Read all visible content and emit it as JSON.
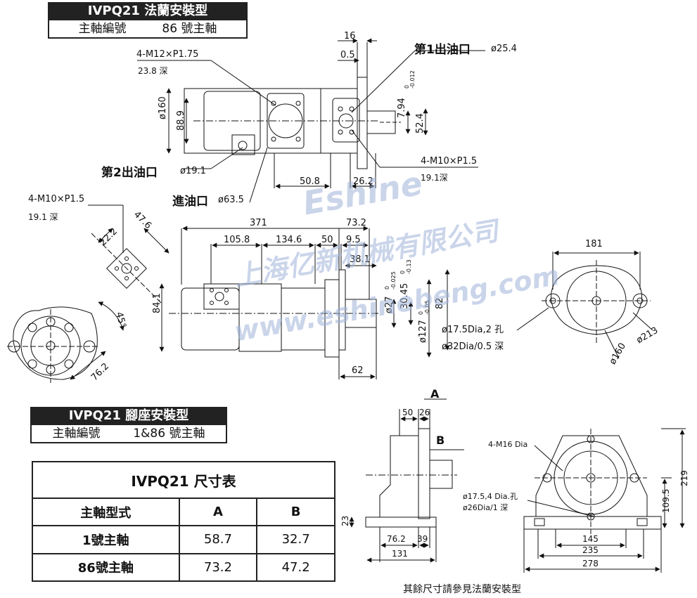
{
  "flange_header": {
    "title": "IVPQ21 法蘭安裝型",
    "spindle_label": "主軸編號",
    "spindle_value": "86 號主軸"
  },
  "foot_header": {
    "title": "IVPQ21 腳座安裝型",
    "spindle_label": "主軸編號",
    "spindle_value": "1&86 號主軸"
  },
  "dim_table": {
    "title": "IVPQ21 尺寸表",
    "col_headers": [
      "主軸型式",
      "A",
      "B"
    ],
    "rows": [
      {
        "type": "1號主軸",
        "a": "58.7",
        "b": "32.7"
      },
      {
        "type": "86號主軸",
        "a": "73.2",
        "b": "47.2"
      }
    ]
  },
  "labels": {
    "outlet1": "第1出油口",
    "outlet1_dia": "ø25.4",
    "outlet2": "第2出油口",
    "outlet2_dia": "ø19.1",
    "inlet": "進油口",
    "inlet_dia": "ø63.5",
    "thread_m12": "4-M12×P1.75",
    "depth_238": "23.8 深",
    "thread_m10_a": "4-M10×P1.5",
    "depth_191_a": "19.1 深",
    "thread_m10_b": "4-M10×P1.5",
    "depth_191_b": "19.1深",
    "hole1": "ø17.5Dia,2 孔",
    "hole2": "ø32Dia/0.5 深",
    "m16": "4-M16 Dia",
    "hole3": "ø17.5,4 Dia.孔",
    "hole4": "ø26Dia/1 深",
    "footnote": "其餘尺寸請參見法蘭安裝型",
    "view_a": "A",
    "view_b": "B"
  },
  "dims": {
    "d16": "16",
    "d05": "0.5",
    "d160": "ø160",
    "d889": "88.9",
    "d794": "7.94",
    "d794_tol_up": "0",
    "d794_tol_low": "-0.012",
    "d524": "52.4",
    "d508": "50.8",
    "d262": "26.2",
    "d371": "371",
    "d732": "73.2",
    "d1058": "105.8",
    "d1346": "134.6",
    "d50": "50",
    "d95": "9.5",
    "d381": "38.1",
    "d841": "84.1",
    "d27": "ø27",
    "d27_tol_up": "0",
    "d27_tol_low": "-0.025",
    "d3045": "30.45",
    "d3045_tol_up": "0",
    "d3045_tol_low": "-0.13",
    "d127": "ø127",
    "d127_tol_up": "0",
    "d127_tol_low": "-0.05",
    "d82": "82",
    "d62": "62",
    "d181": "181",
    "d213": "ø213",
    "d160b": "ø160",
    "d222": "22.2",
    "d476": "47.6",
    "d45": "45°",
    "d762": "76.2",
    "f50": "50",
    "f26": "26",
    "f23": "23",
    "f762": "76.2",
    "f39": "39",
    "f131": "131",
    "f219": "219",
    "f1095": "109.5",
    "f145": "145",
    "f235": "235",
    "f278": "278"
  },
  "watermark": {
    "brand": "Eshine",
    "company": "上海亿新机械有限公司",
    "url": "www.eshinebeng.com"
  }
}
